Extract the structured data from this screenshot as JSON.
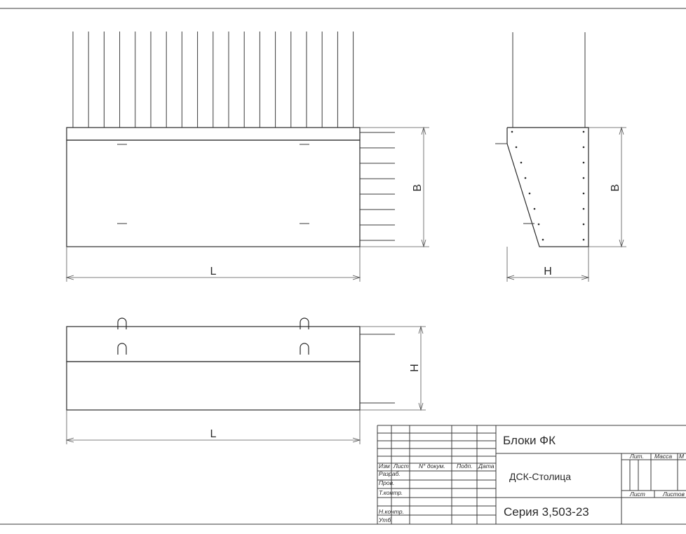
{
  "drawing": {
    "dimensions": {
      "length": "L",
      "width": "B",
      "height": "H"
    },
    "title_block": {
      "title": "Блоки ФК",
      "organization": "ДСК-Столица",
      "series": "Серия 3,503-23",
      "columns": {
        "izm": "Изм",
        "list": "Лист",
        "doc_no": "N° докум.",
        "sign": "Подп.",
        "date": "Дата"
      },
      "rows": {
        "developed": "Разраб.",
        "checked": "Пров.",
        "tech_control": "Т.контр.",
        "norm_control": "Н.контр.",
        "approved": "Утб."
      },
      "right_cells": {
        "lit": "Лит.",
        "mass": "Масса",
        "scale": "М",
        "sheet": "Лист",
        "sheets": "Листов"
      }
    }
  }
}
